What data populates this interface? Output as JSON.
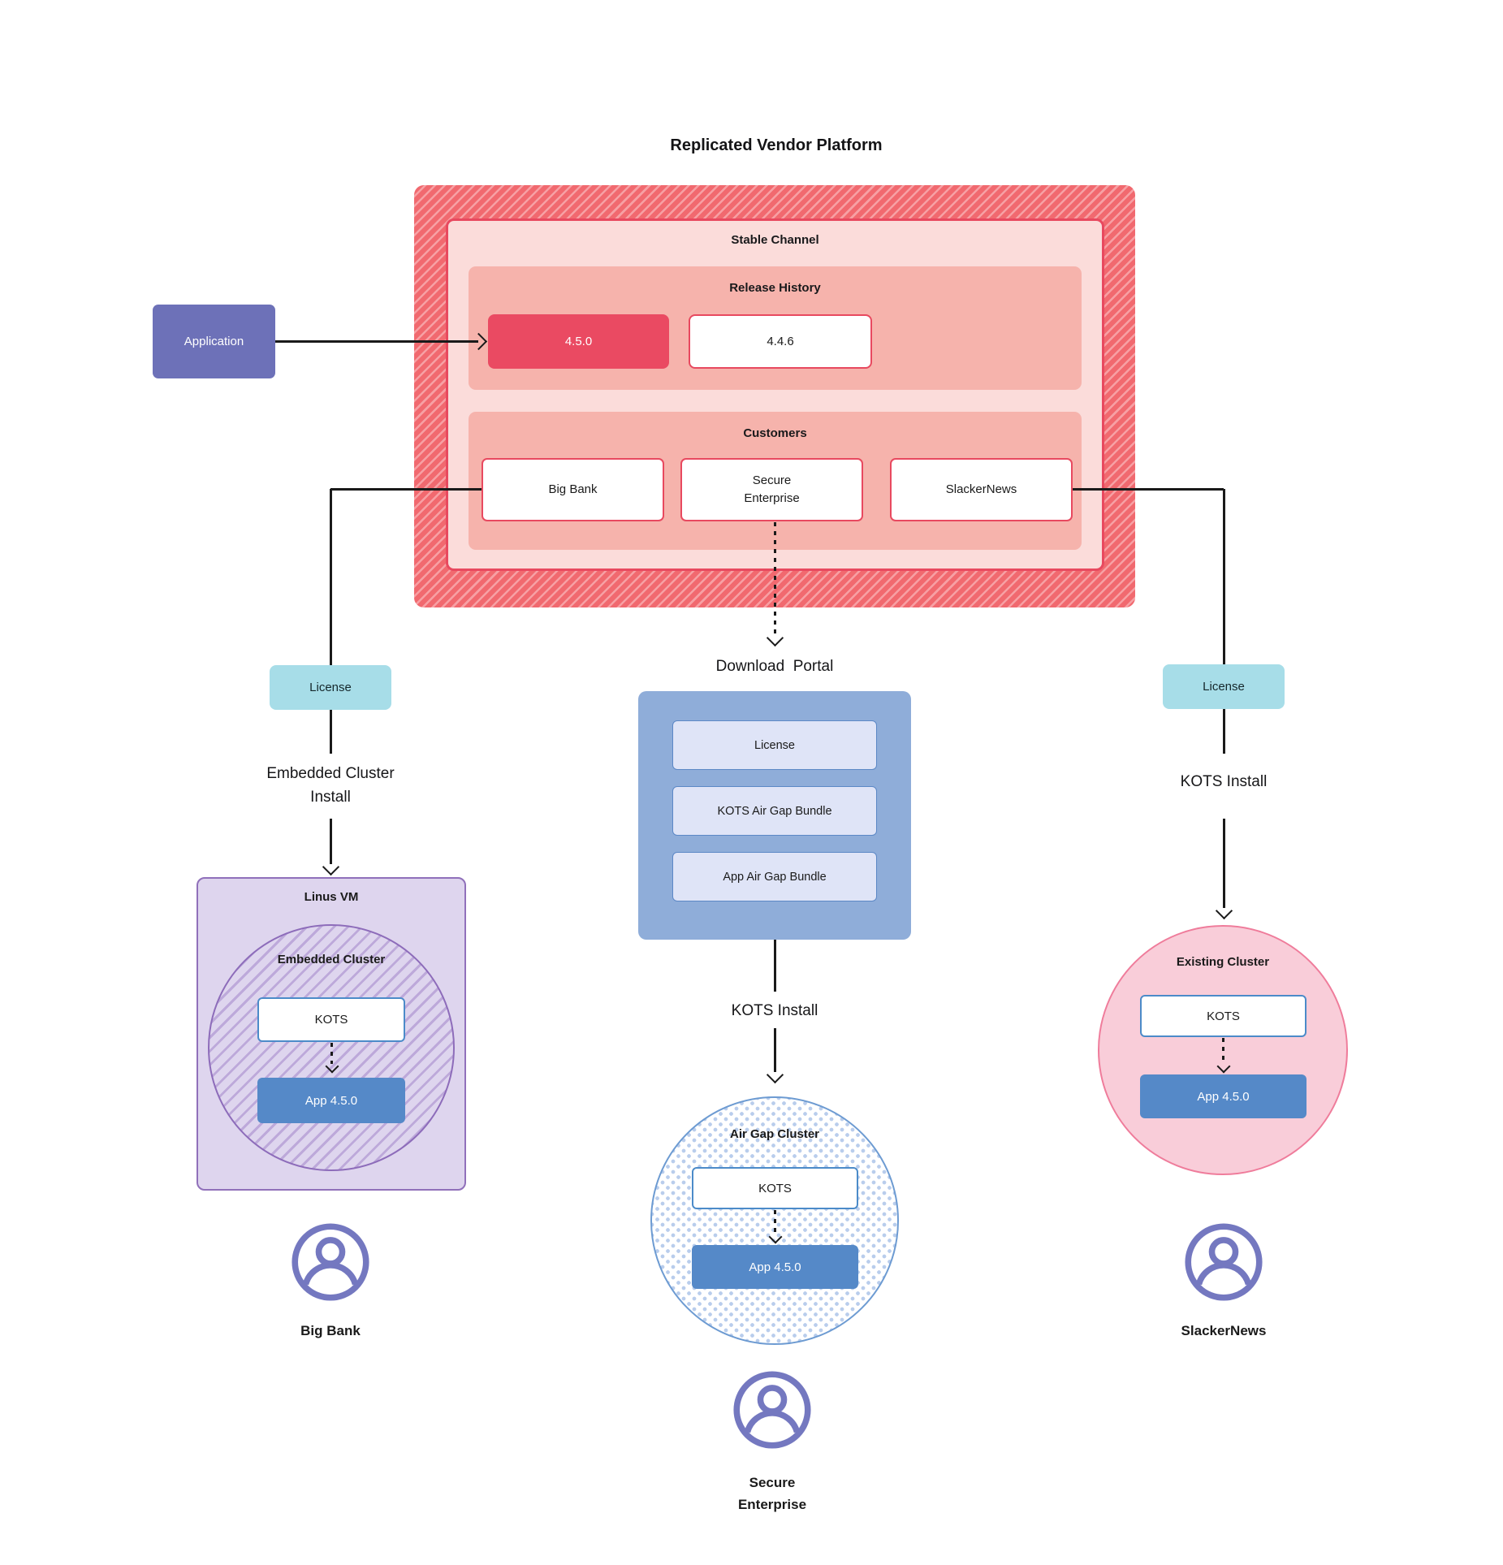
{
  "title": "Replicated Vendor Platform",
  "application": {
    "label": "Application"
  },
  "platform": {
    "stable_channel_label": "Stable Channel",
    "release_history": {
      "label": "Release History",
      "current_version": "4.5.0",
      "previous_version": "4.4.6"
    },
    "customers": {
      "label": "Customers",
      "items": [
        "Big Bank",
        "Secure\nEnterprise",
        "SlackerNews"
      ]
    }
  },
  "left_branch": {
    "license_label": "License",
    "install_label": "Embedded Cluster\nInstall",
    "vm_title": "Linus VM",
    "cluster_title": "Embedded Cluster",
    "kots_label": "KOTS",
    "app_label": "App 4.5.0",
    "user_label": "Big Bank"
  },
  "middle_branch": {
    "portal_label": "Download  Portal",
    "portal_items": [
      "License",
      "KOTS Air Gap Bundle",
      "App Air Gap Bundle"
    ],
    "install_label": "KOTS Install",
    "cluster_title": "Air Gap Cluster",
    "kots_label": "KOTS",
    "app_label": "App 4.5.0",
    "user_label": "Secure\nEnterprise"
  },
  "right_branch": {
    "license_label": "License",
    "install_label": "KOTS Install",
    "cluster_title": "Existing Cluster",
    "kots_label": "KOTS",
    "app_label": "App 4.5.0",
    "user_label": "SlackerNews"
  },
  "colors": {
    "accent_red": "#ea4a62",
    "hatch_red_base": "#f1696f",
    "hatch_red_stripe": "#f7a0a4",
    "stable_pink": "#fbdcda",
    "salmon": "#f6b3ac",
    "indigo": "#6d71b8",
    "teal": "#a7dde8",
    "portal_blue": "#8fadd9",
    "portal_item_fill": "#dfe4f7",
    "app_blue": "#5589c8",
    "kots_border_blue": "#4c8bc9",
    "purple_fill": "#ded5ee",
    "purple_border": "#9070ba",
    "pink_circle_fill": "#f9cdd9",
    "pink_circle_border": "#ef7c9b",
    "dot_blue": "#b9cdec",
    "person_purple": "#7478c0",
    "connector_black": "#1a1a1a"
  }
}
